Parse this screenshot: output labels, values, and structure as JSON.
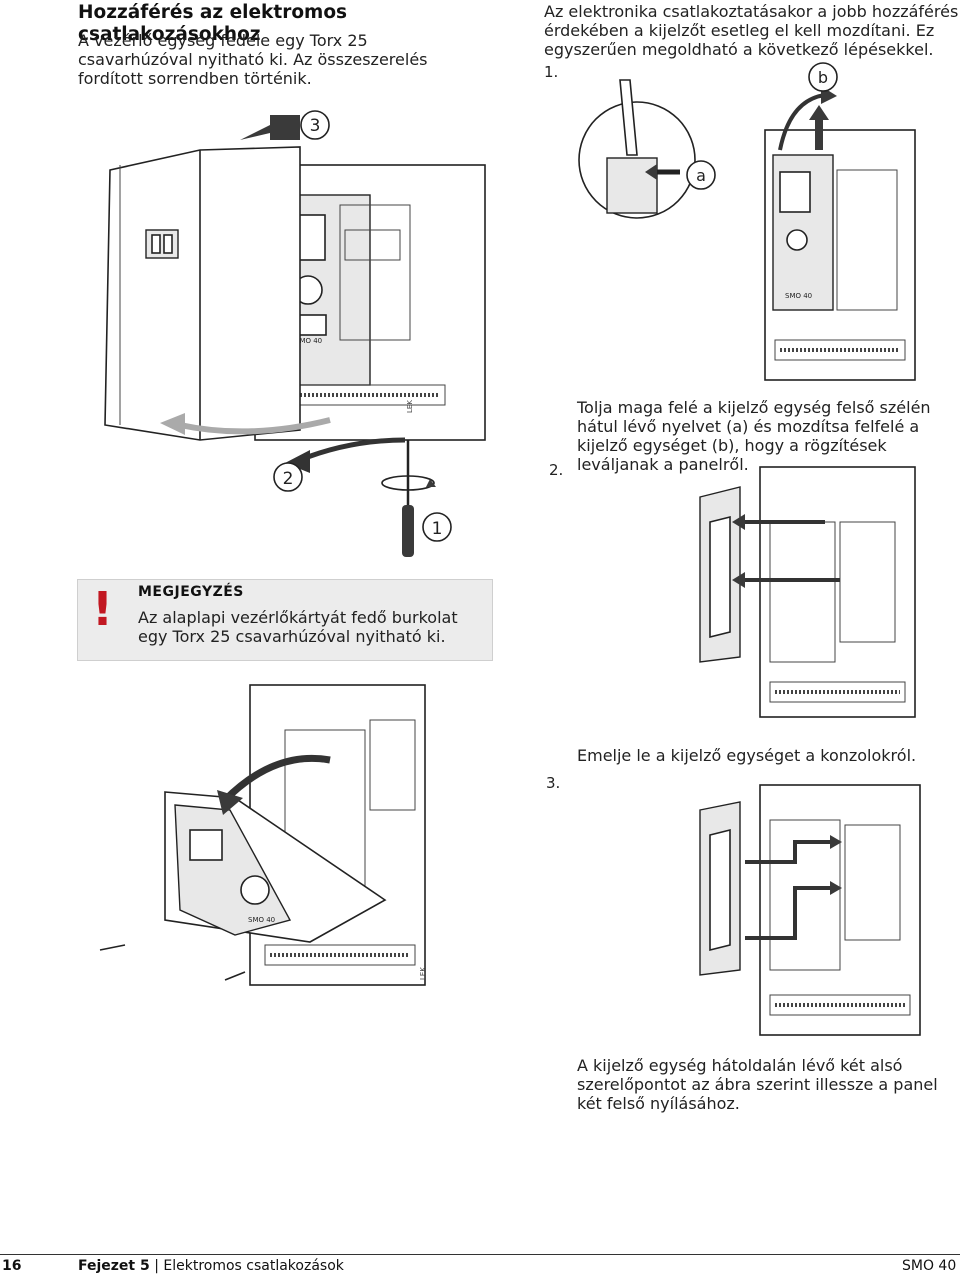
{
  "left": {
    "title": "Hozzáférés az elektromos csatlakozásokhoz",
    "intro": "A vezérlő egység fedele egy Torx 25 csavarhúzóval nyitható ki. Az összeszerelés fordított sorrendben történik.",
    "figure1_callouts": [
      "3",
      "2",
      "1"
    ],
    "figure1_label": "SMO 40",
    "figure_mark": "LEK",
    "figure4_label": "SMO 40"
  },
  "note": {
    "mark": "!",
    "heading": "MEGJEGYZÉS",
    "text": "Az alaplapi vezérlőkártyát fedő burkolat egy Torx 25 csavarhúzóval nyitható ki."
  },
  "right": {
    "intro": "Az elektronika csatlakoztatásakor a jobb hozzáférés érdekében a kijelzőt esetleg el kell mozdítani. Ez egyszerűen megoldható a következő lépésekkel.",
    "step1": {
      "number": "1.",
      "callout_a": "a",
      "callout_b": "b",
      "label": "SMO 40"
    },
    "step2": {
      "number": "2.",
      "text": "Tolja maga felé a kijelző egység felső szélén hátul lévő nyelvet (a) és mozdítsa felfelé a kijelző egységet (b), hogy a rögzítések leváljanak a panelről."
    },
    "step3": {
      "number": "3.",
      "text": "Emelje le a kijelző egységet a konzolokról."
    },
    "final_text": "A kijelző egység hátoldalán lévő két alsó szerelőpontot az ábra szerint illessze a panel két felső nyílásához."
  },
  "footer": {
    "page_number": "16",
    "chapter": "Fejezet 5",
    "separator": "|",
    "section": "Elektromos csatlakozások",
    "product": "SMO 40"
  }
}
